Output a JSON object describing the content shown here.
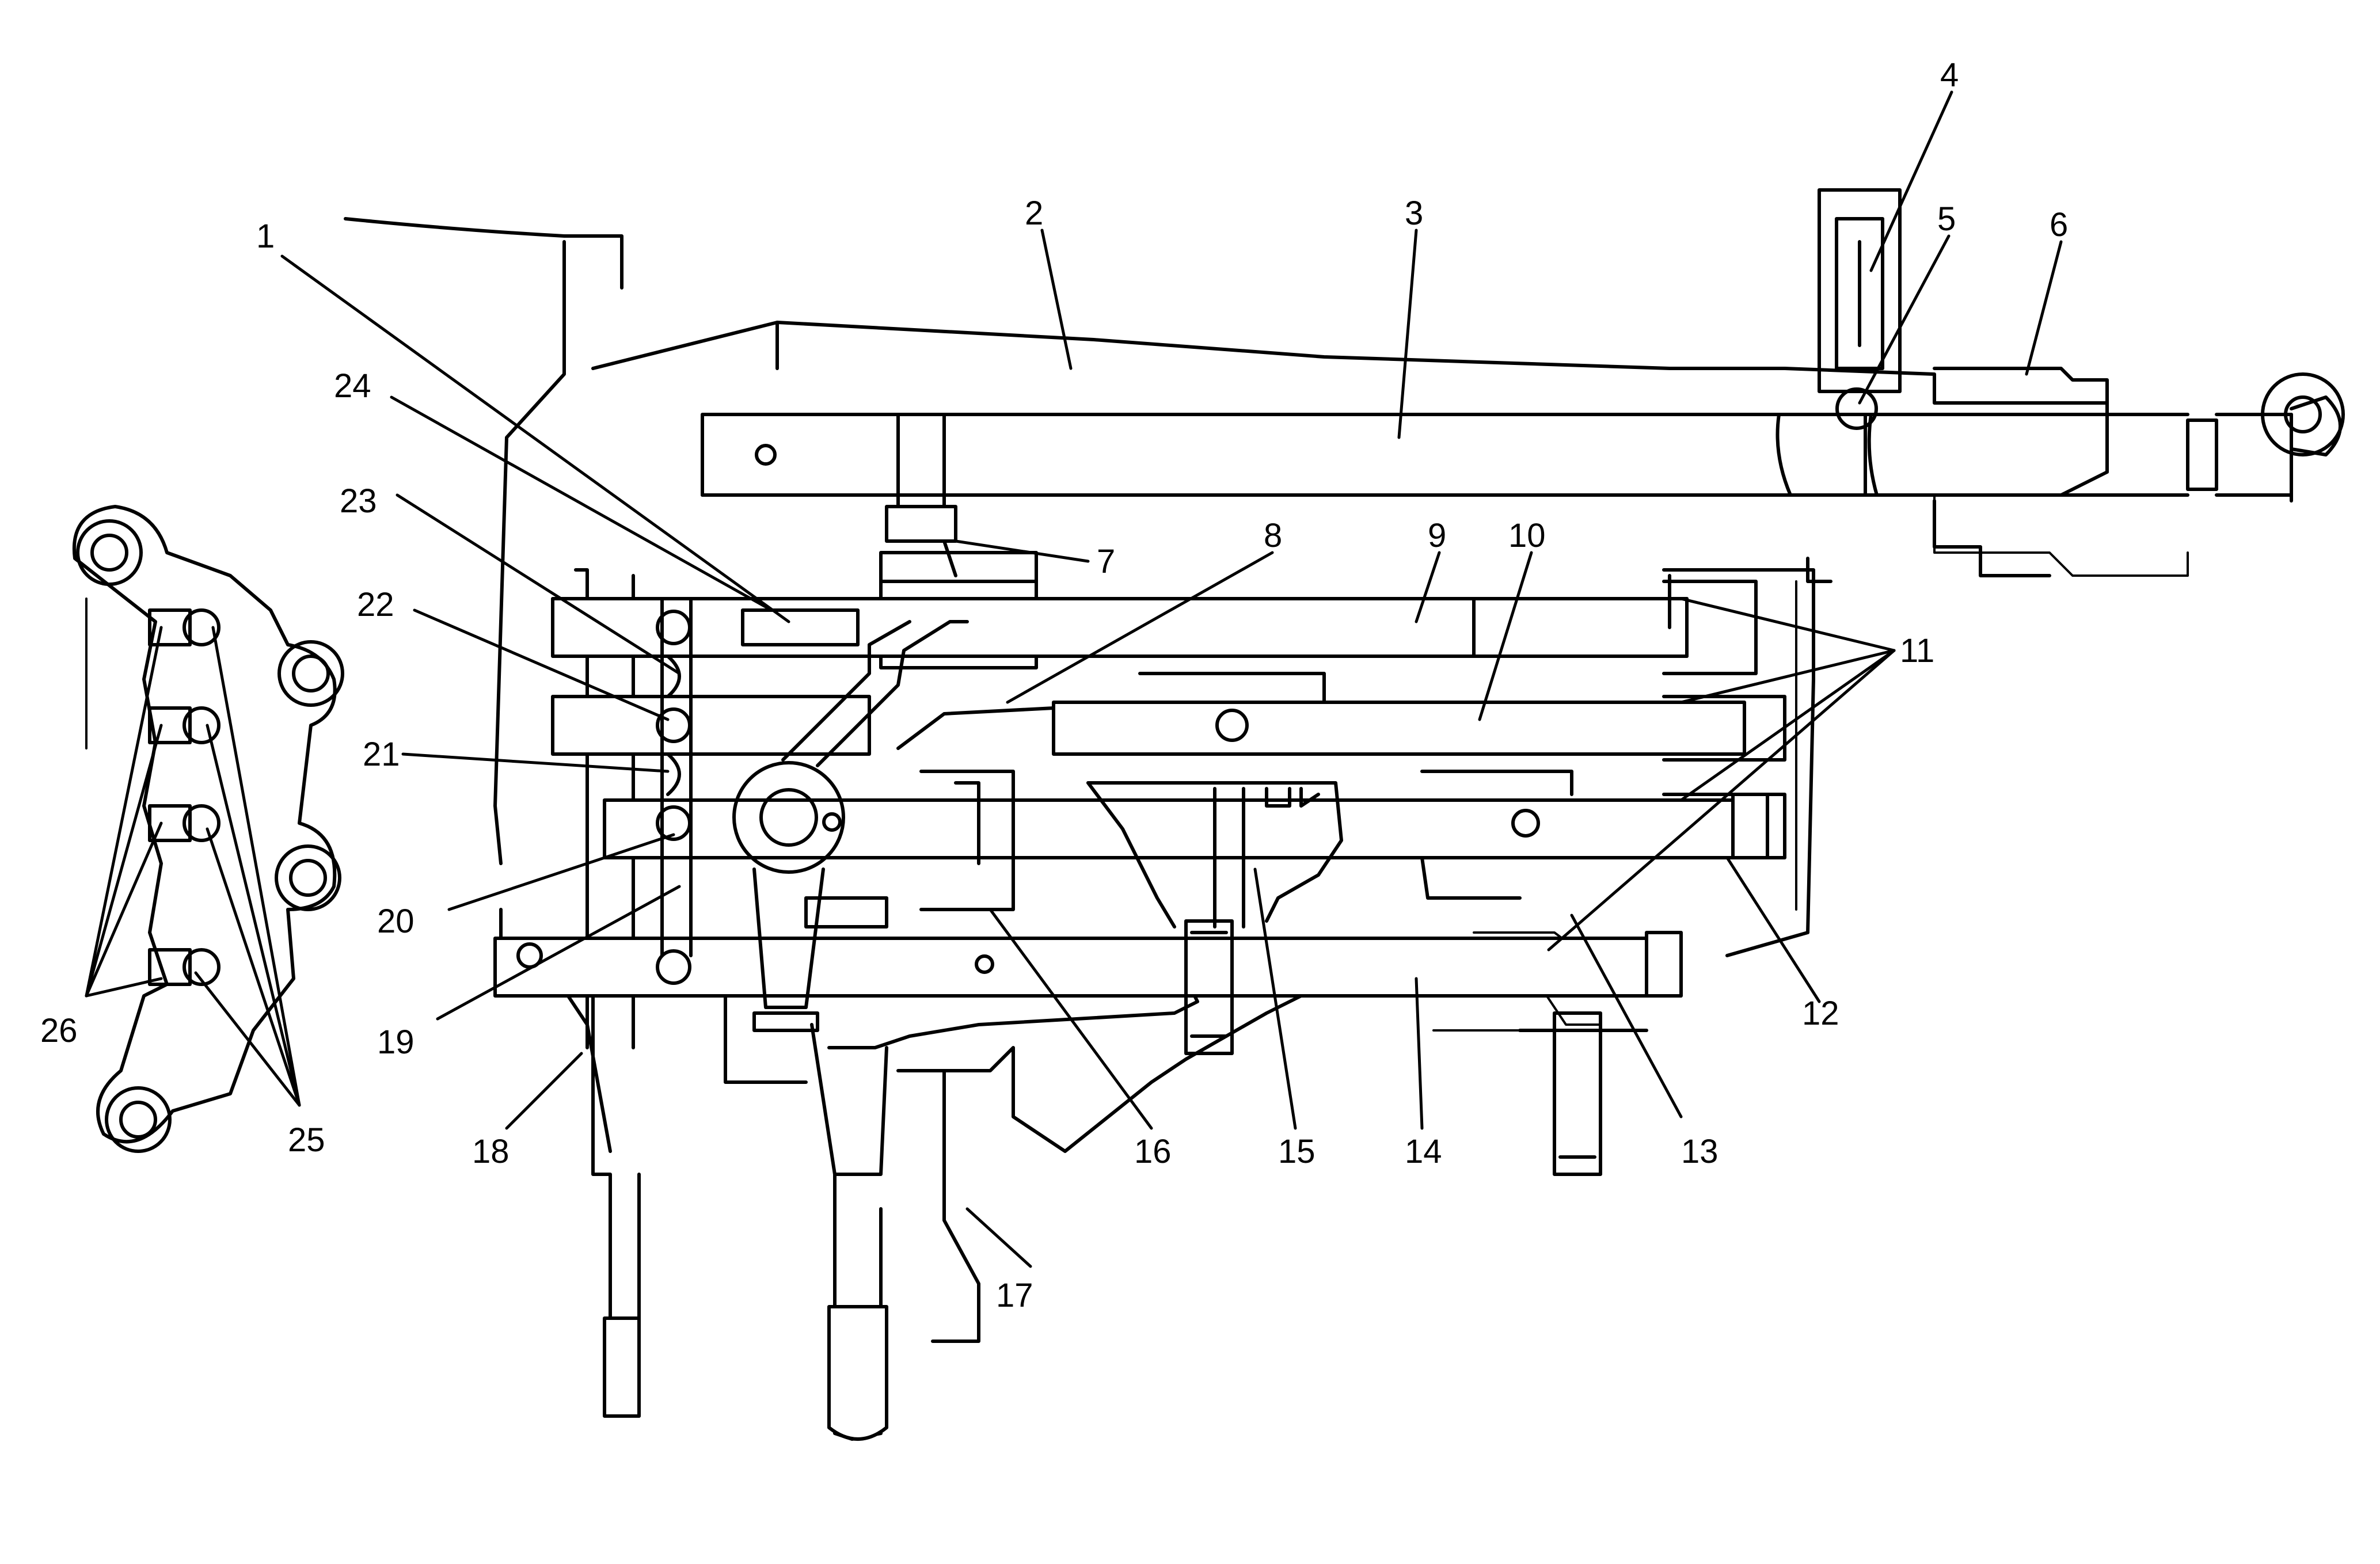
{
  "colors": {
    "ink": "#000000",
    "paper": "#ffffff"
  },
  "callouts": {
    "c1": "1",
    "c2": "2",
    "c3": "3",
    "c4": "4",
    "c5": "5",
    "c6": "6",
    "c7": "7",
    "c8": "8",
    "c9": "9",
    "c10": "10",
    "c11": "11",
    "c12": "12",
    "c13": "13",
    "c14": "14",
    "c15": "15",
    "c16": "16",
    "c17": "17",
    "c18": "18",
    "c19": "19",
    "c20": "20",
    "c21": "21",
    "c22": "22",
    "c23": "23",
    "c24": "24",
    "c25": "25",
    "c26": "26"
  }
}
